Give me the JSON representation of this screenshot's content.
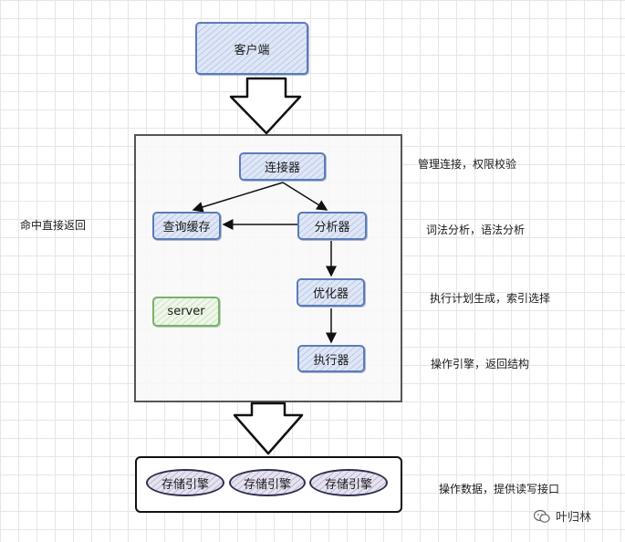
{
  "nodes": {
    "client": "客户端",
    "connector": "连接器",
    "query_cache": "查询缓存",
    "analyzer": "分析器",
    "optimizer": "优化器",
    "executor": "执行器",
    "server": "server",
    "storage_engines": [
      "存储引擎",
      "存储引擎",
      "存储引擎"
    ]
  },
  "notes": {
    "connector": "管理连接，权限校验",
    "analyzer": "词法分析，语法分析",
    "optimizer": "执行计划生成，索引选择",
    "executor": "操作引擎，返回结构",
    "storage": "操作数据，提供读写接口",
    "cache_hit": "命中直接返回"
  },
  "brand": {
    "name": "叶归林",
    "icon": "wechat-icon"
  },
  "colors": {
    "blue_node": "#5b7cb8",
    "green_node": "#79b26b",
    "storage_pill": "#2f2f4f"
  }
}
